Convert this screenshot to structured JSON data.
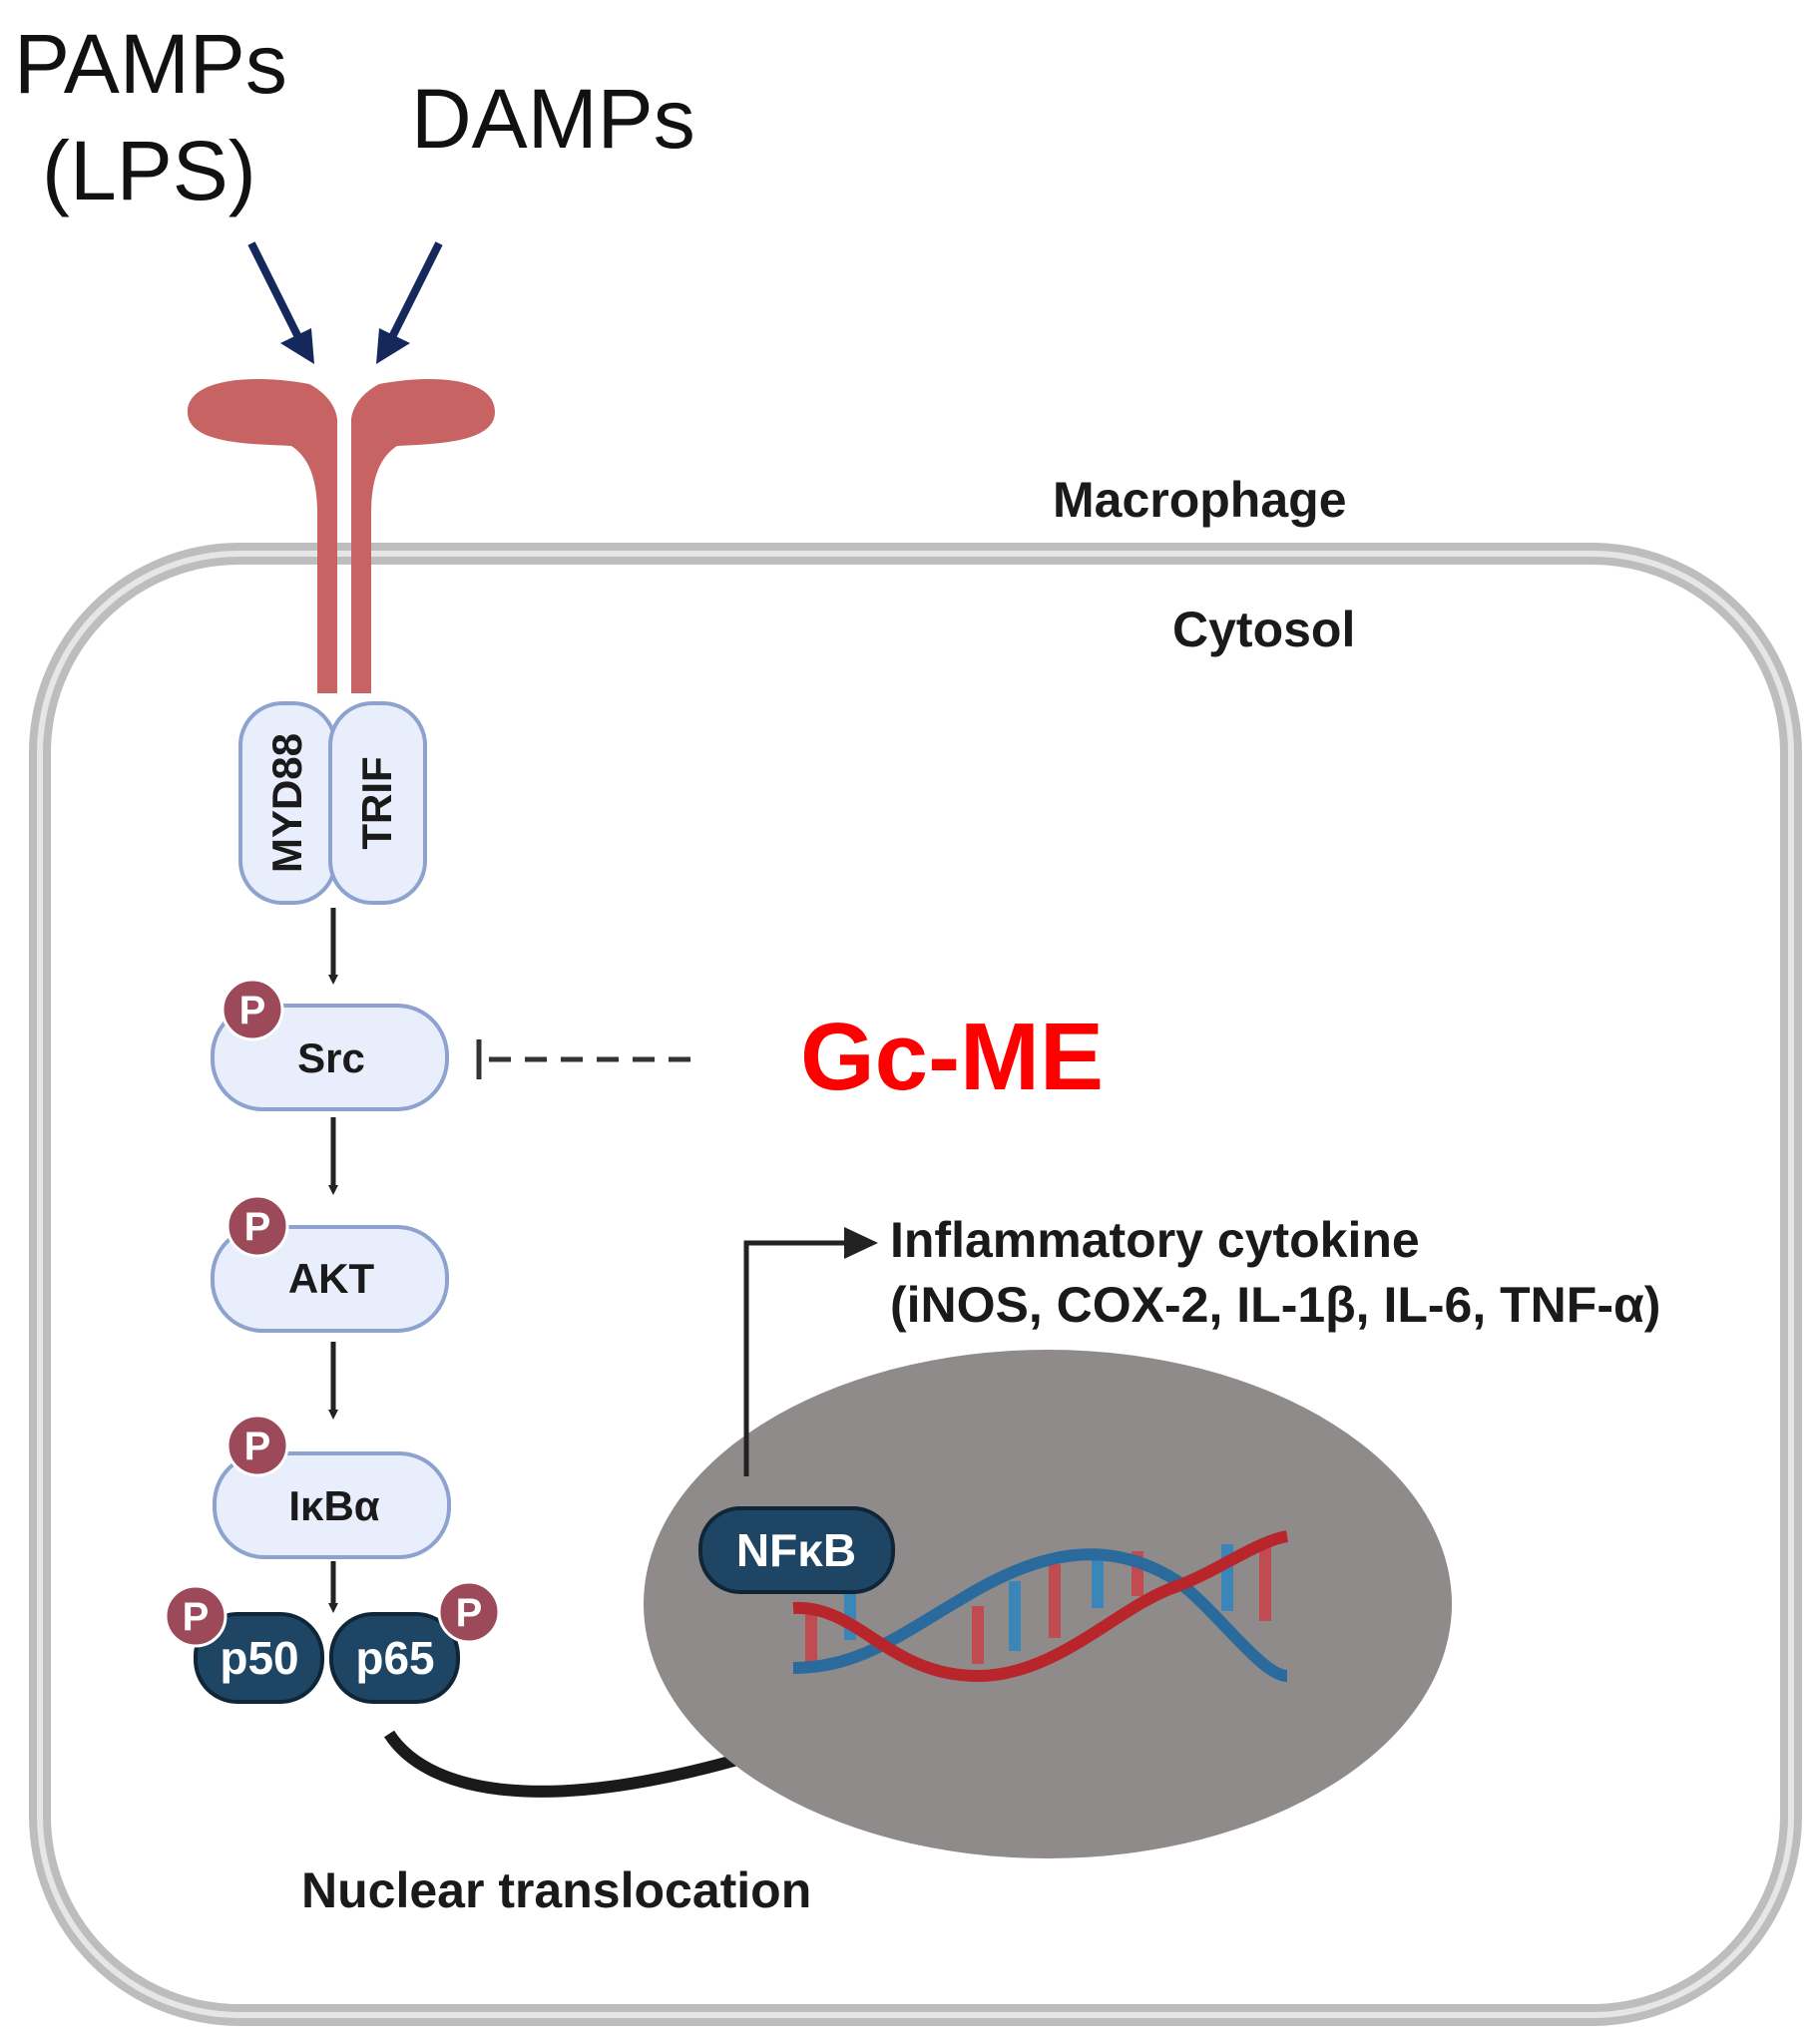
{
  "labels": {
    "pamps_line1": "PAMPs",
    "pamps_line2": "(LPS)",
    "damps": "DAMPs",
    "macrophage": "Macrophage",
    "cytosol": "Cytosol",
    "inhibitor": "Gc-ME",
    "output_title": "Inflammatory cytokine",
    "output_list": "(iNOS, COX-2, IL-1β, IL-6, TNF-α)",
    "nuclear_translocation": "Nuclear translocation"
  },
  "adaptors": {
    "left": "MYD88",
    "right": "TRIF"
  },
  "cascade": {
    "src": "Src",
    "akt": "AKT",
    "ikba": "IκBα",
    "p50": "p50",
    "p65": "p65",
    "nfkb": "NFκB",
    "phospho": "P"
  },
  "colors": {
    "receptor": "#c76362",
    "membrane": "#bdbdbd",
    "protein_fill": "#e8eefb",
    "protein_stroke": "#8ea2cf",
    "phospho_fill": "#9c4a5a",
    "subunit_fill": "#1e4563",
    "nucleus": "#8f8b8b",
    "inhibitor_text": "#ff0000",
    "arrow_in": "#14285c",
    "dna_red": "#b8262b",
    "dna_blue": "#2a6a9c"
  }
}
